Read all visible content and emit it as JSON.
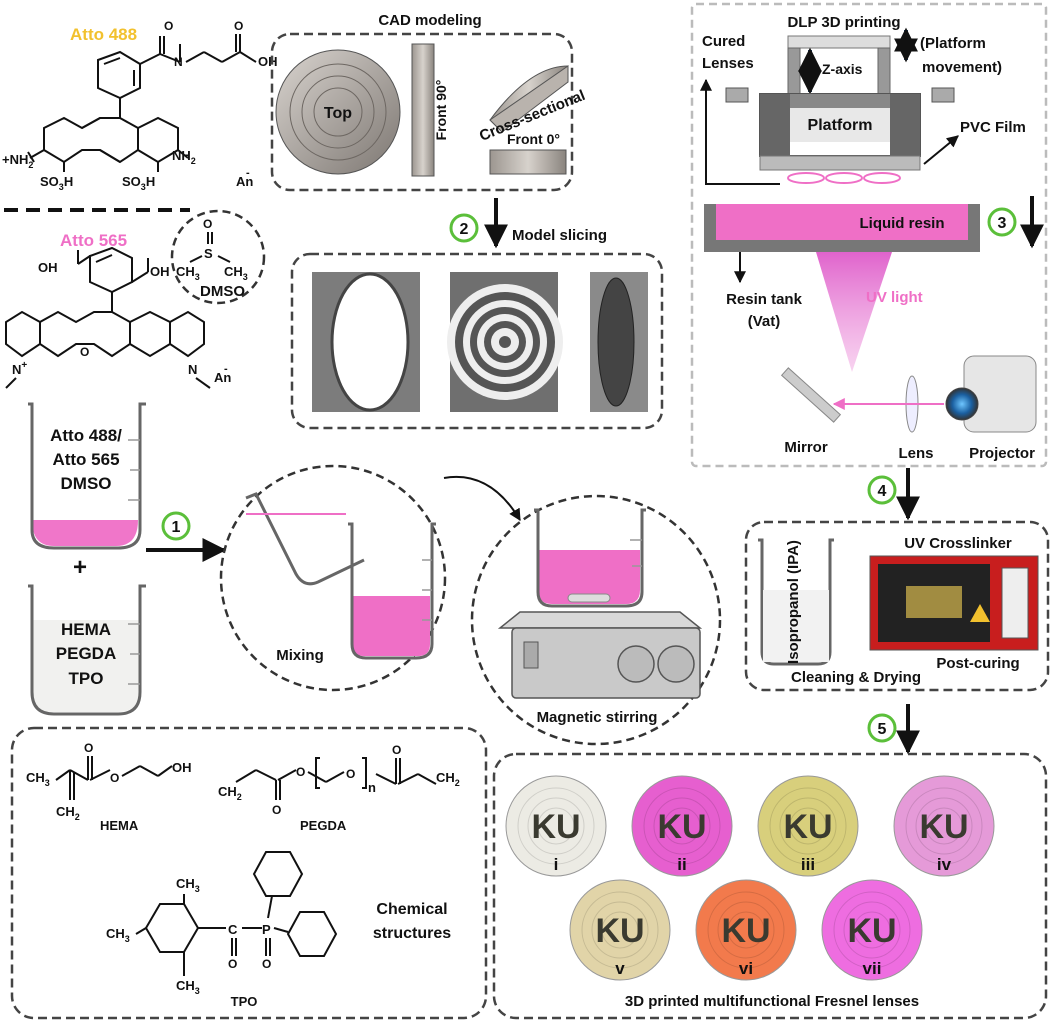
{
  "colors": {
    "pink": "#ef6fc6",
    "atto488": "#f2c12e",
    "atto565": "#ef6fc6",
    "green": "#5bbf3a",
    "orange": "#f47a4a",
    "gold": "#e1d17a"
  },
  "chem": {
    "atto488": "Atto 488",
    "atto565": "Atto 565",
    "dmso": "DMSO",
    "an1": "An",
    "an2": "An",
    "nh2_left": "NH",
    "nh2_right": "NH",
    "so3h_1": "SO",
    "so3h_2": "SO",
    "oh_488": "OH",
    "oh_565a": "OH",
    "oh_565b": "OH",
    "ch3_a": "CH",
    "ch3_b": "CH",
    "s": "S",
    "o": "O"
  },
  "cad": {
    "title": "CAD modeling",
    "top": "Top",
    "front90": "Front 90°",
    "cross": "Cross-sectional",
    "front0": "Front 0°"
  },
  "slicing": {
    "title": "Model slicing"
  },
  "dlp": {
    "title": "DLP 3D printing",
    "zaxis": "Z-axis",
    "platform_movement": "(Platform movement)",
    "platform_movement_1": "(Platform",
    "platform_movement_2": "movement)",
    "cured_1": "Cured",
    "cured_2": "Lenses",
    "platform": "Platform",
    "pvc": "PVC Film",
    "resin": "Liquid resin",
    "tank_1": "Resin tank",
    "tank_2": "(Vat)",
    "uv": "UV light",
    "mirror": "Mirror",
    "lens": "Lens",
    "projector": "Projector"
  },
  "steps": [
    "1",
    "2",
    "3",
    "4",
    "5"
  ],
  "beakers": {
    "top_1": "Atto 488/",
    "top_2": "Atto 565",
    "top_3": "DMSO",
    "plus": "+",
    "bot_1": "HEMA",
    "bot_2": "PEGDA",
    "bot_3": "TPO"
  },
  "mixing": {
    "label": "Mixing"
  },
  "stirring": {
    "label": "Magnetic stirring"
  },
  "post": {
    "crosslinker": "UV Crosslinker",
    "ipa": "Isopropanol (IPA)",
    "clean": "Cleaning & Drying",
    "postcure": "Post-curing"
  },
  "structures": {
    "hema": "HEMA",
    "pegda": "PEGDA",
    "tpo": "TPO",
    "caption_1": "Chemical",
    "caption_2": "structures",
    "n": "n"
  },
  "lenses": {
    "caption": "3D printed multifunctional Fresnel lenses",
    "text": "KU",
    "items": [
      {
        "id": "i",
        "color": "#ecebe4"
      },
      {
        "id": "ii",
        "color": "#e65fcf"
      },
      {
        "id": "iii",
        "color": "#d8cf7c"
      },
      {
        "id": "iv",
        "color": "#e59ad8"
      },
      {
        "id": "v",
        "color": "#e1d4a8"
      },
      {
        "id": "vi",
        "color": "#f27a4c"
      },
      {
        "id": "vii",
        "color": "#ee6de0"
      }
    ]
  }
}
